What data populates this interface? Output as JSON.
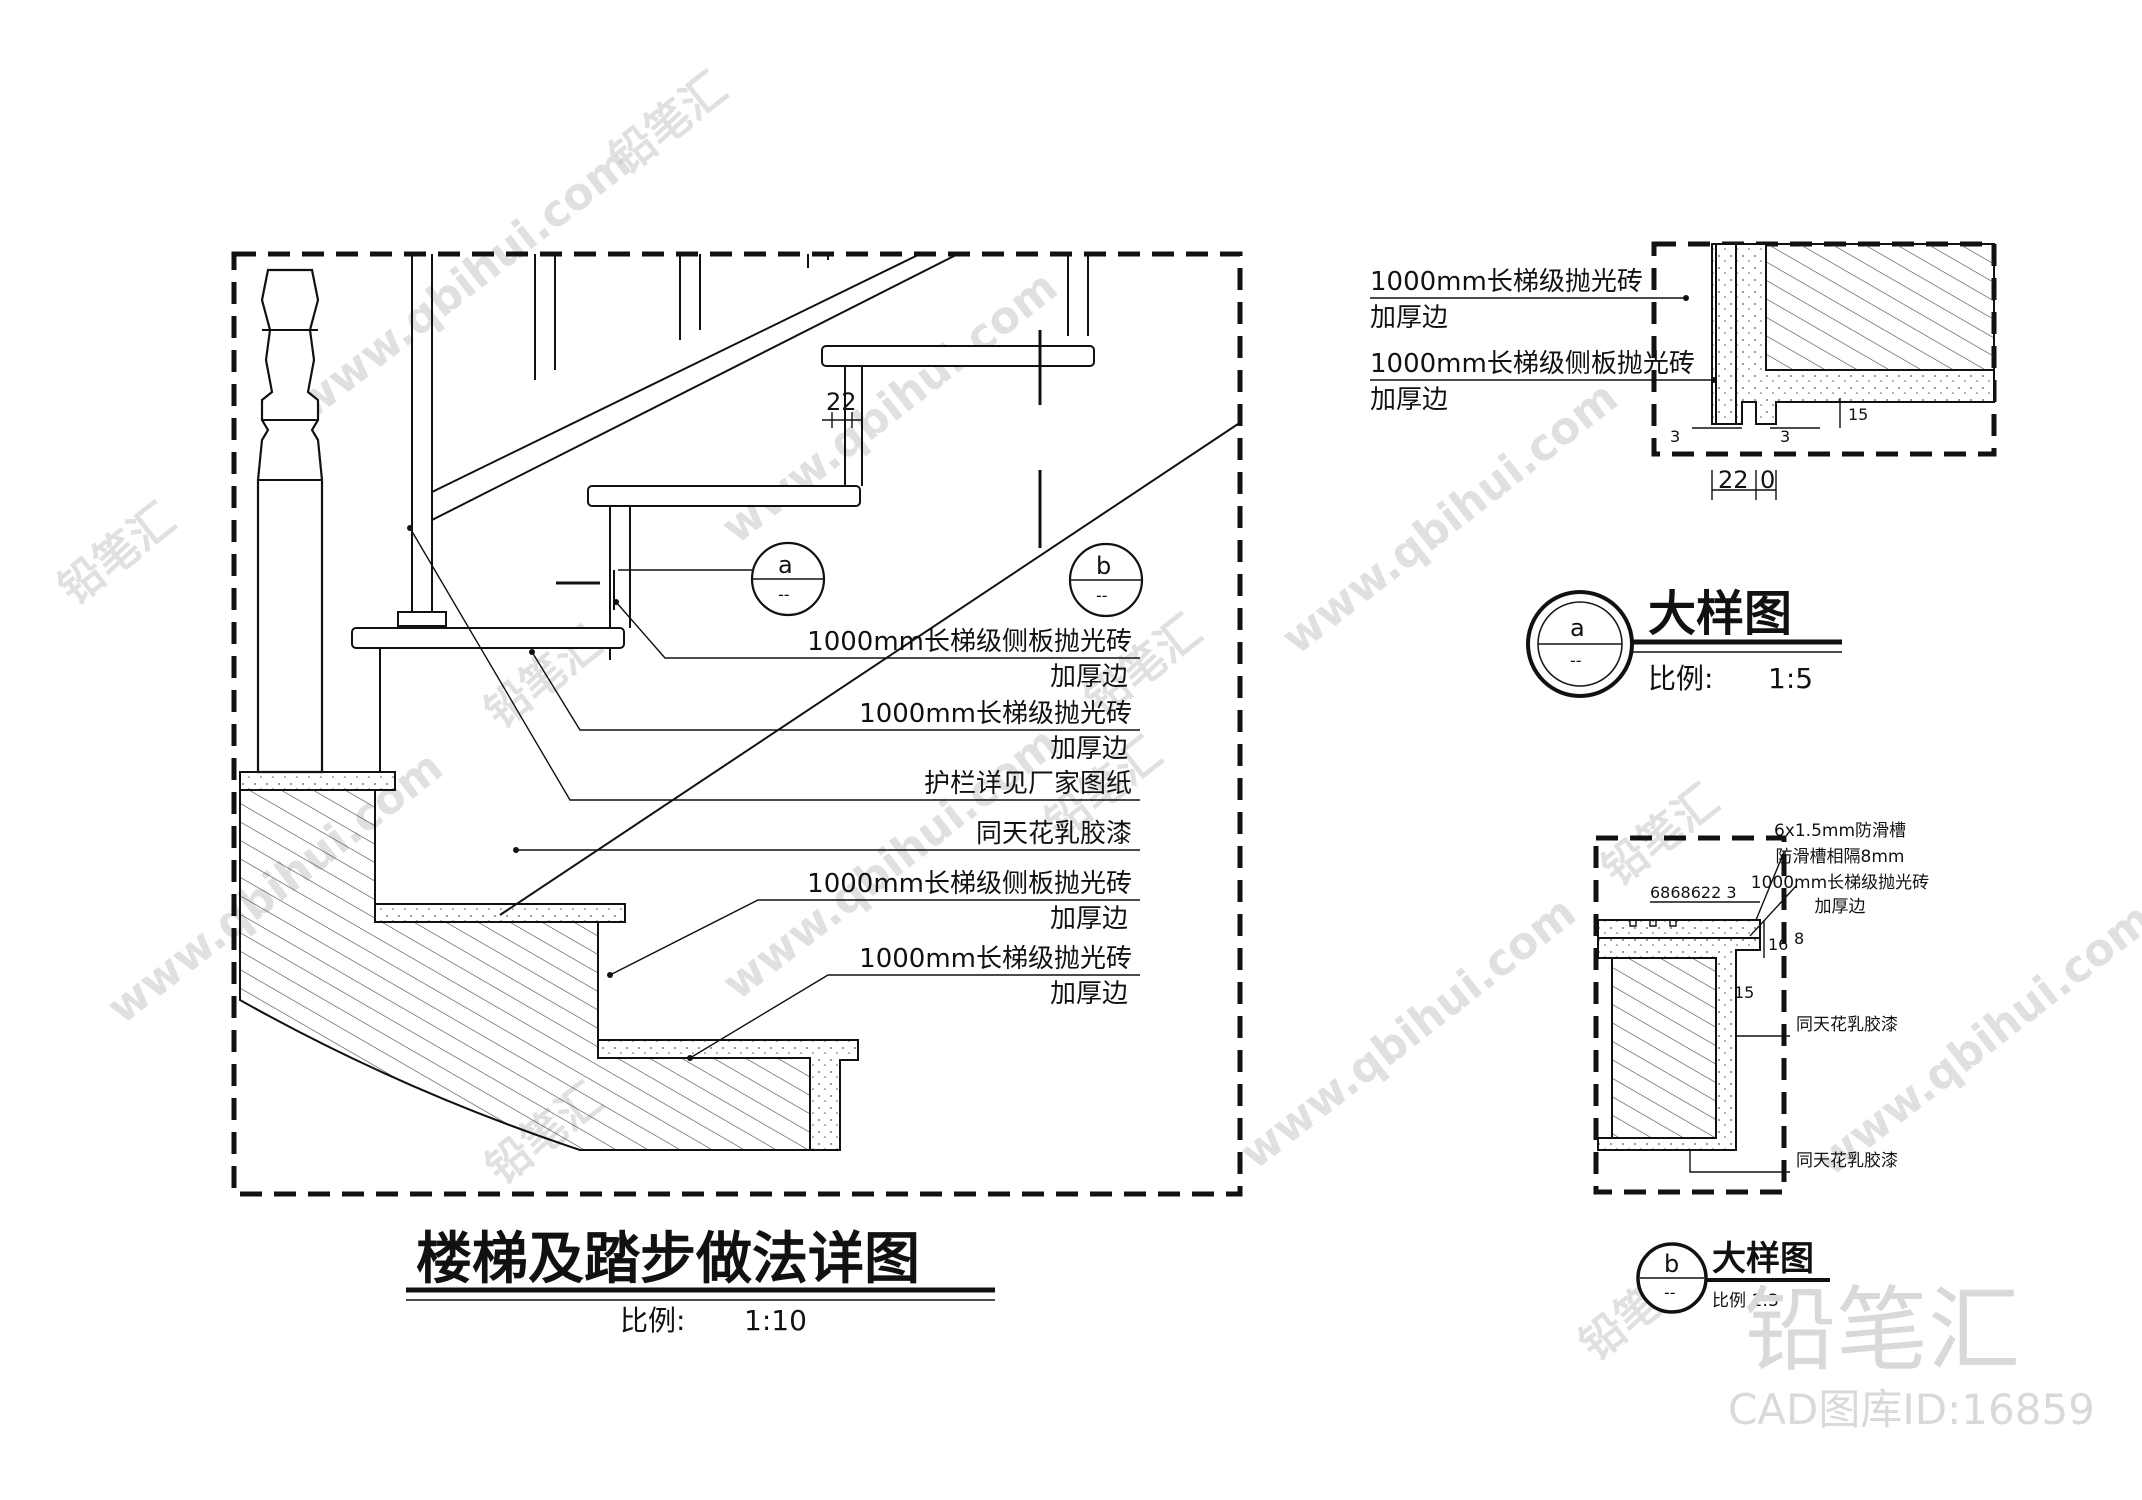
{
  "main": {
    "title": "楼梯及踏步做法详图",
    "scale_label": "比例:",
    "scale_value": "1:10",
    "bubble_a": {
      "letter": "a",
      "sub": "--"
    },
    "bubble_b": {
      "letter": "b",
      "sub": "--"
    },
    "dim_22": "22",
    "callouts": [
      {
        "line1": "1000mm长梯级侧板抛光砖",
        "line2": "加厚边"
      },
      {
        "line1": "1000mm长梯级抛光砖",
        "line2": "加厚边"
      },
      {
        "line1": "护栏详见厂家图纸",
        "line2": ""
      },
      {
        "line1": "同天花乳胶漆",
        "line2": ""
      },
      {
        "line1": "1000mm长梯级侧板抛光砖",
        "line2": "加厚边"
      },
      {
        "line1": "1000mm长梯级抛光砖",
        "line2": "加厚边"
      }
    ]
  },
  "detail_a": {
    "title": "大样图",
    "bubble": {
      "letter": "a",
      "sub": "--"
    },
    "scale_label": "比例:",
    "scale_value": "1:5",
    "callouts": [
      {
        "line1": "1000mm长梯级抛光砖",
        "line2": "加厚边"
      },
      {
        "line1": "1000mm长梯级侧板抛光砖",
        "line2": "加厚边"
      }
    ],
    "dims": {
      "left3": "3",
      "right3": "3",
      "d15": "15",
      "d22": "22",
      "d0": "0"
    }
  },
  "detail_b": {
    "title": "大样图",
    "bubble": {
      "letter": "b",
      "sub": "--"
    },
    "scale_text": "比例 1:3",
    "dims_top": "6868622 3",
    "dims": {
      "d16": "16",
      "d15": "15",
      "d8": "8"
    },
    "callouts": [
      {
        "line1": "6x1.5mm防滑槽",
        "line2": "防滑槽相隔8mm"
      },
      {
        "line1": "1000mm长梯级抛光砖",
        "line2": "加厚边"
      },
      {
        "line1": "同天花乳胶漆",
        "line2": ""
      },
      {
        "line1": "同天花乳胶漆",
        "line2": ""
      }
    ]
  },
  "watermark": {
    "cn": "铅笔汇",
    "url": "www.qbihui.com",
    "brand": "铅笔汇",
    "cad_id": "CAD图库ID:16859"
  }
}
